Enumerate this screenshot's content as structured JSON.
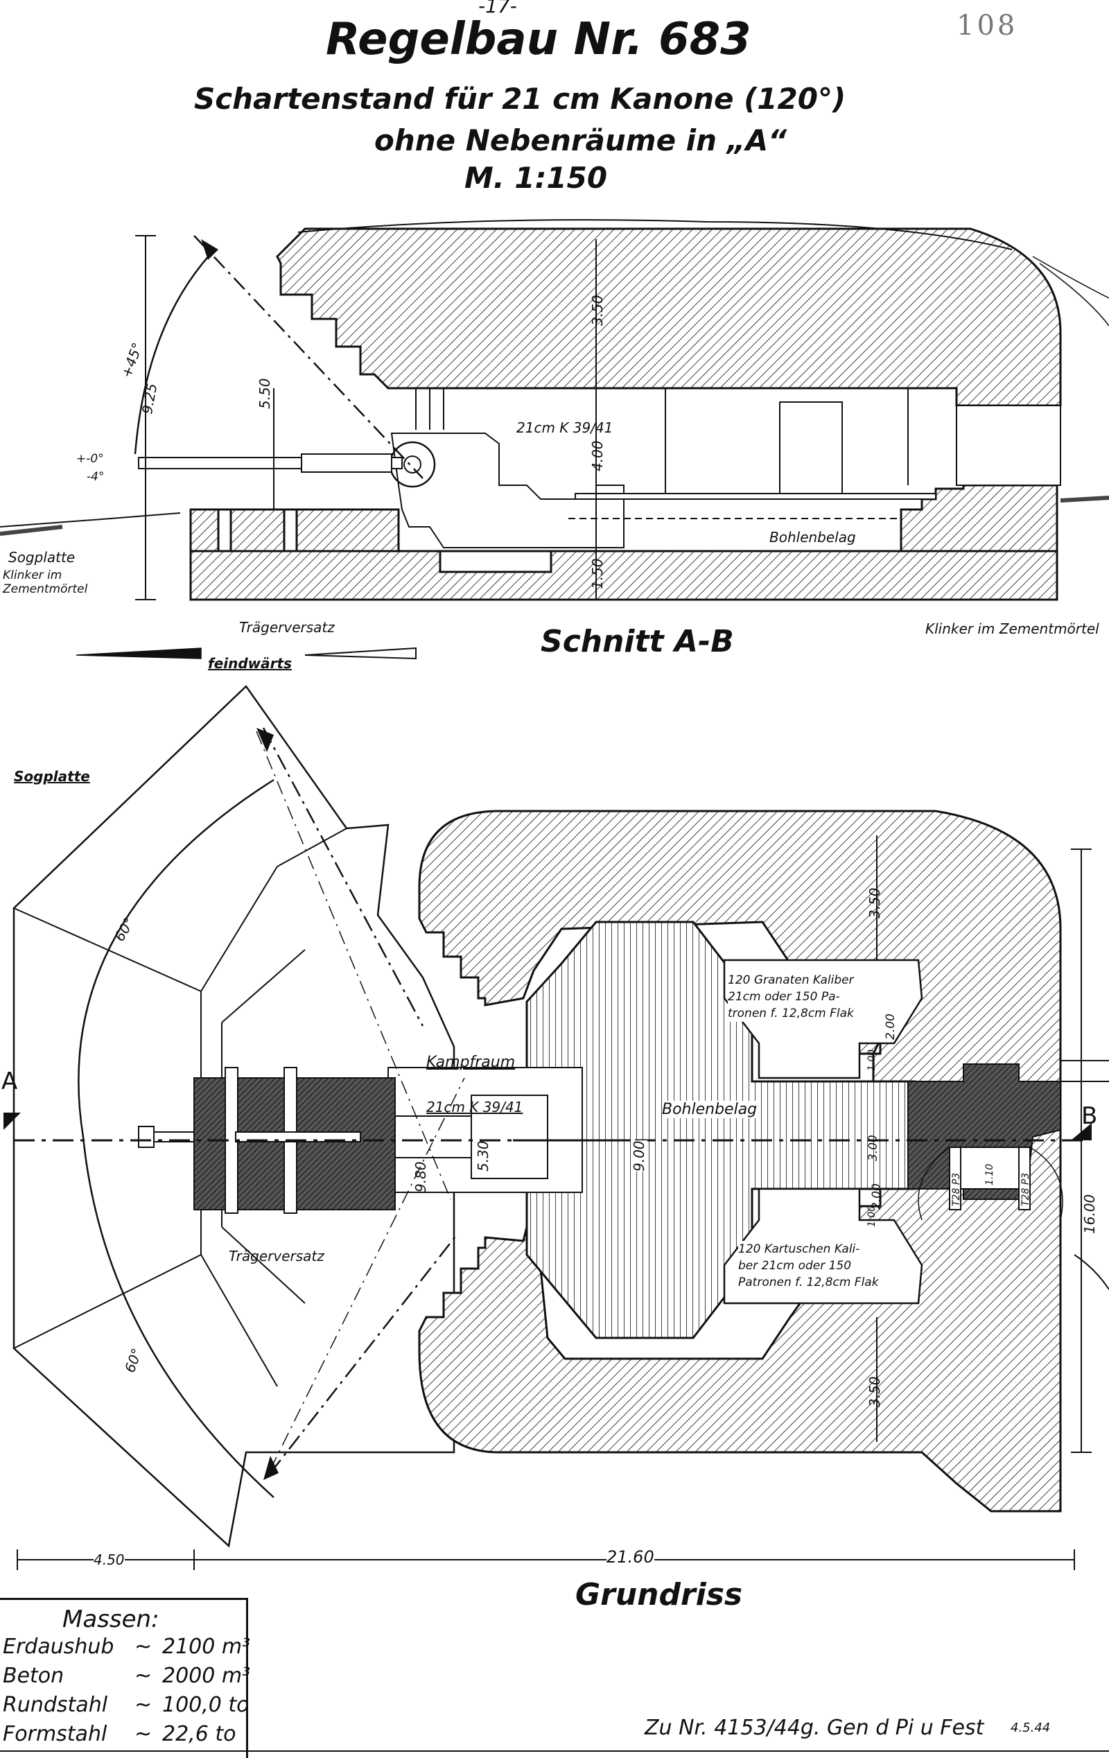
{
  "header": {
    "page_number": "-17-",
    "stamp": "108",
    "title": "Regelbau Nr. 683",
    "subtitle_line1": "Schartenstand für 21 cm Kanone (120°)",
    "subtitle_line2": "ohne Nebenräume in „A“",
    "scale": "M. 1:150"
  },
  "section": {
    "title": "Schnitt A-B",
    "dimensions": {
      "total_height": "5.50",
      "roof": "3.50",
      "room": "4.00",
      "floor": "1.50",
      "elevation_arc": "9.25",
      "elev_up": "+45°",
      "elev_zero": "+-0°",
      "elev_down": "-4°"
    },
    "gun_label": "21cm K 39/41",
    "labels": {
      "sogplatte": "Sogplatte",
      "klinker_left": "Klinker im Zementmörtel",
      "traegerversatz": "Trägerversatz",
      "bohlenbelag": "Bohlenbelag",
      "klinker_right": "Klinker im Zementmörtel"
    },
    "direction": "feindwärts"
  },
  "plan": {
    "title": "Grundriss",
    "labels": {
      "sogplatte": "Sogplatte",
      "kampfraum": "Kampfraum",
      "gun": "21cm K 39/41",
      "bohlenbelag": "Bohlenbelag",
      "traegerversatz": "Trägerversatz",
      "ammo_top": [
        "120 Granaten Kaliber",
        "21cm oder 150 Pa-",
        "tronen f. 12,8cm Flak"
      ],
      "ammo_bottom": [
        "120 Kartuschen Kali-",
        "ber 21cm oder 150",
        "Patronen f. 12,8cm Flak"
      ],
      "section_a": "A",
      "section_b": "B",
      "door_left": "T28 P3",
      "door_right": "T28 P3",
      "door_mid": "1.10"
    },
    "dimensions": {
      "wall_top": "3.50",
      "wall_bottom": "3.50",
      "width_inner": "9.00",
      "width_room": "9.80",
      "gun_room": "5.30",
      "passage": "3.00",
      "niche_top": "1.00",
      "niche_bottom": "1.00",
      "gap_top": "2.00",
      "gap_bottom": "2.00",
      "total_height": "16.00",
      "total_length": "21.60",
      "front": "4.50",
      "angle_top": "60°",
      "angle_bottom": "60°"
    }
  },
  "masses": {
    "header": "Massen:",
    "rows": [
      {
        "name": "Erdaushub",
        "approx": "~",
        "value": "2100 m³"
      },
      {
        "name": "Beton",
        "approx": "~",
        "value": "2000 m³"
      },
      {
        "name": "Rundstahl",
        "approx": "~",
        "value": "100,0 to"
      },
      {
        "name": "Formstahl",
        "approx": "~",
        "value": "22,6 to"
      }
    ]
  },
  "footer": {
    "reference": "Zu Nr. 4153/44g. Gen d Pi u Fest",
    "date": "4.5.44"
  }
}
